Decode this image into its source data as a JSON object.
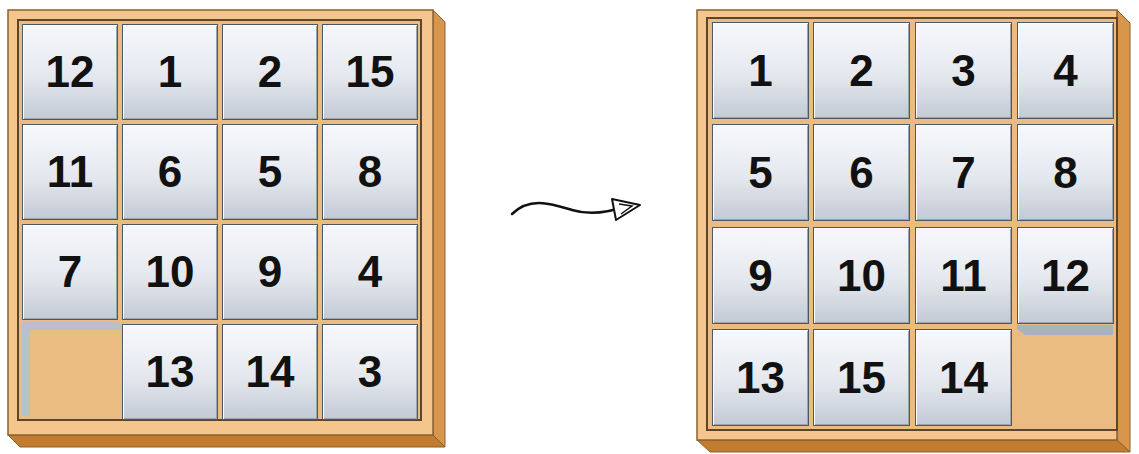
{
  "diagram": {
    "nodes": [
      {
        "text": [
          "12"
        ]
      },
      {
        "text": [
          "1"
        ]
      },
      {
        "text": [
          "2"
        ]
      },
      {
        "text": [
          "15"
        ]
      },
      {
        "text": [
          "11"
        ]
      },
      {
        "text": [
          "6"
        ]
      },
      {
        "text": [
          "5"
        ]
      },
      {
        "text": [
          "8"
        ]
      },
      {
        "text": [
          "7"
        ]
      },
      {
        "text": [
          "10"
        ]
      },
      {
        "text": [
          "9"
        ]
      },
      {
        "text": [
          "4"
        ]
      },
      {
        "text": [
          "13"
        ]
      },
      {
        "text": [
          "14"
        ]
      },
      {
        "text": [
          "3"
        ]
      },
      {
        "text": [
          "1"
        ]
      },
      {
        "text": [
          "2"
        ]
      },
      {
        "text": [
          "3"
        ]
      },
      {
        "text": [
          "4"
        ]
      },
      {
        "text": [
          "5"
        ]
      },
      {
        "text": [
          "6"
        ]
      },
      {
        "text": [
          "7"
        ]
      },
      {
        "text": [
          "8"
        ]
      },
      {
        "text": [
          "9"
        ]
      },
      {
        "text": [
          "10"
        ]
      },
      {
        "text": [
          "11"
        ]
      },
      {
        "text": [
          "12"
        ]
      },
      {
        "text": [
          "13"
        ]
      },
      {
        "text": [
          "15"
        ]
      },
      {
        "text": [
          "14"
        ]
      }
    ]
  }
}
